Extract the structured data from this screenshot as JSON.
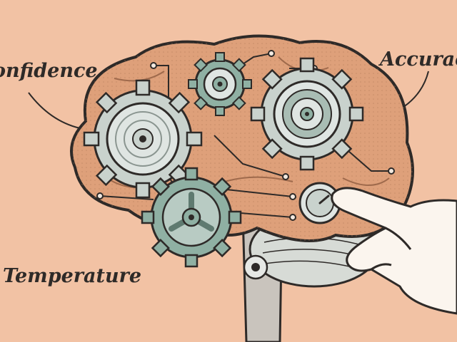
{
  "labels": {
    "confidence": "onfidence",
    "accuracy": "Accurac",
    "temperature": "Temperature"
  },
  "colors": {
    "background": "#f2c2a4",
    "brain": "#dea07a",
    "brain_shadow": "#c98a66",
    "gear_metal": "#c9d2cd",
    "gear_teal": "#8fb0a3",
    "outline": "#2e2a28",
    "hand": "#fbf5ee"
  },
  "icons": [
    "brain-illustration",
    "gear-icon",
    "dial-knob-icon",
    "hand-icon"
  ]
}
